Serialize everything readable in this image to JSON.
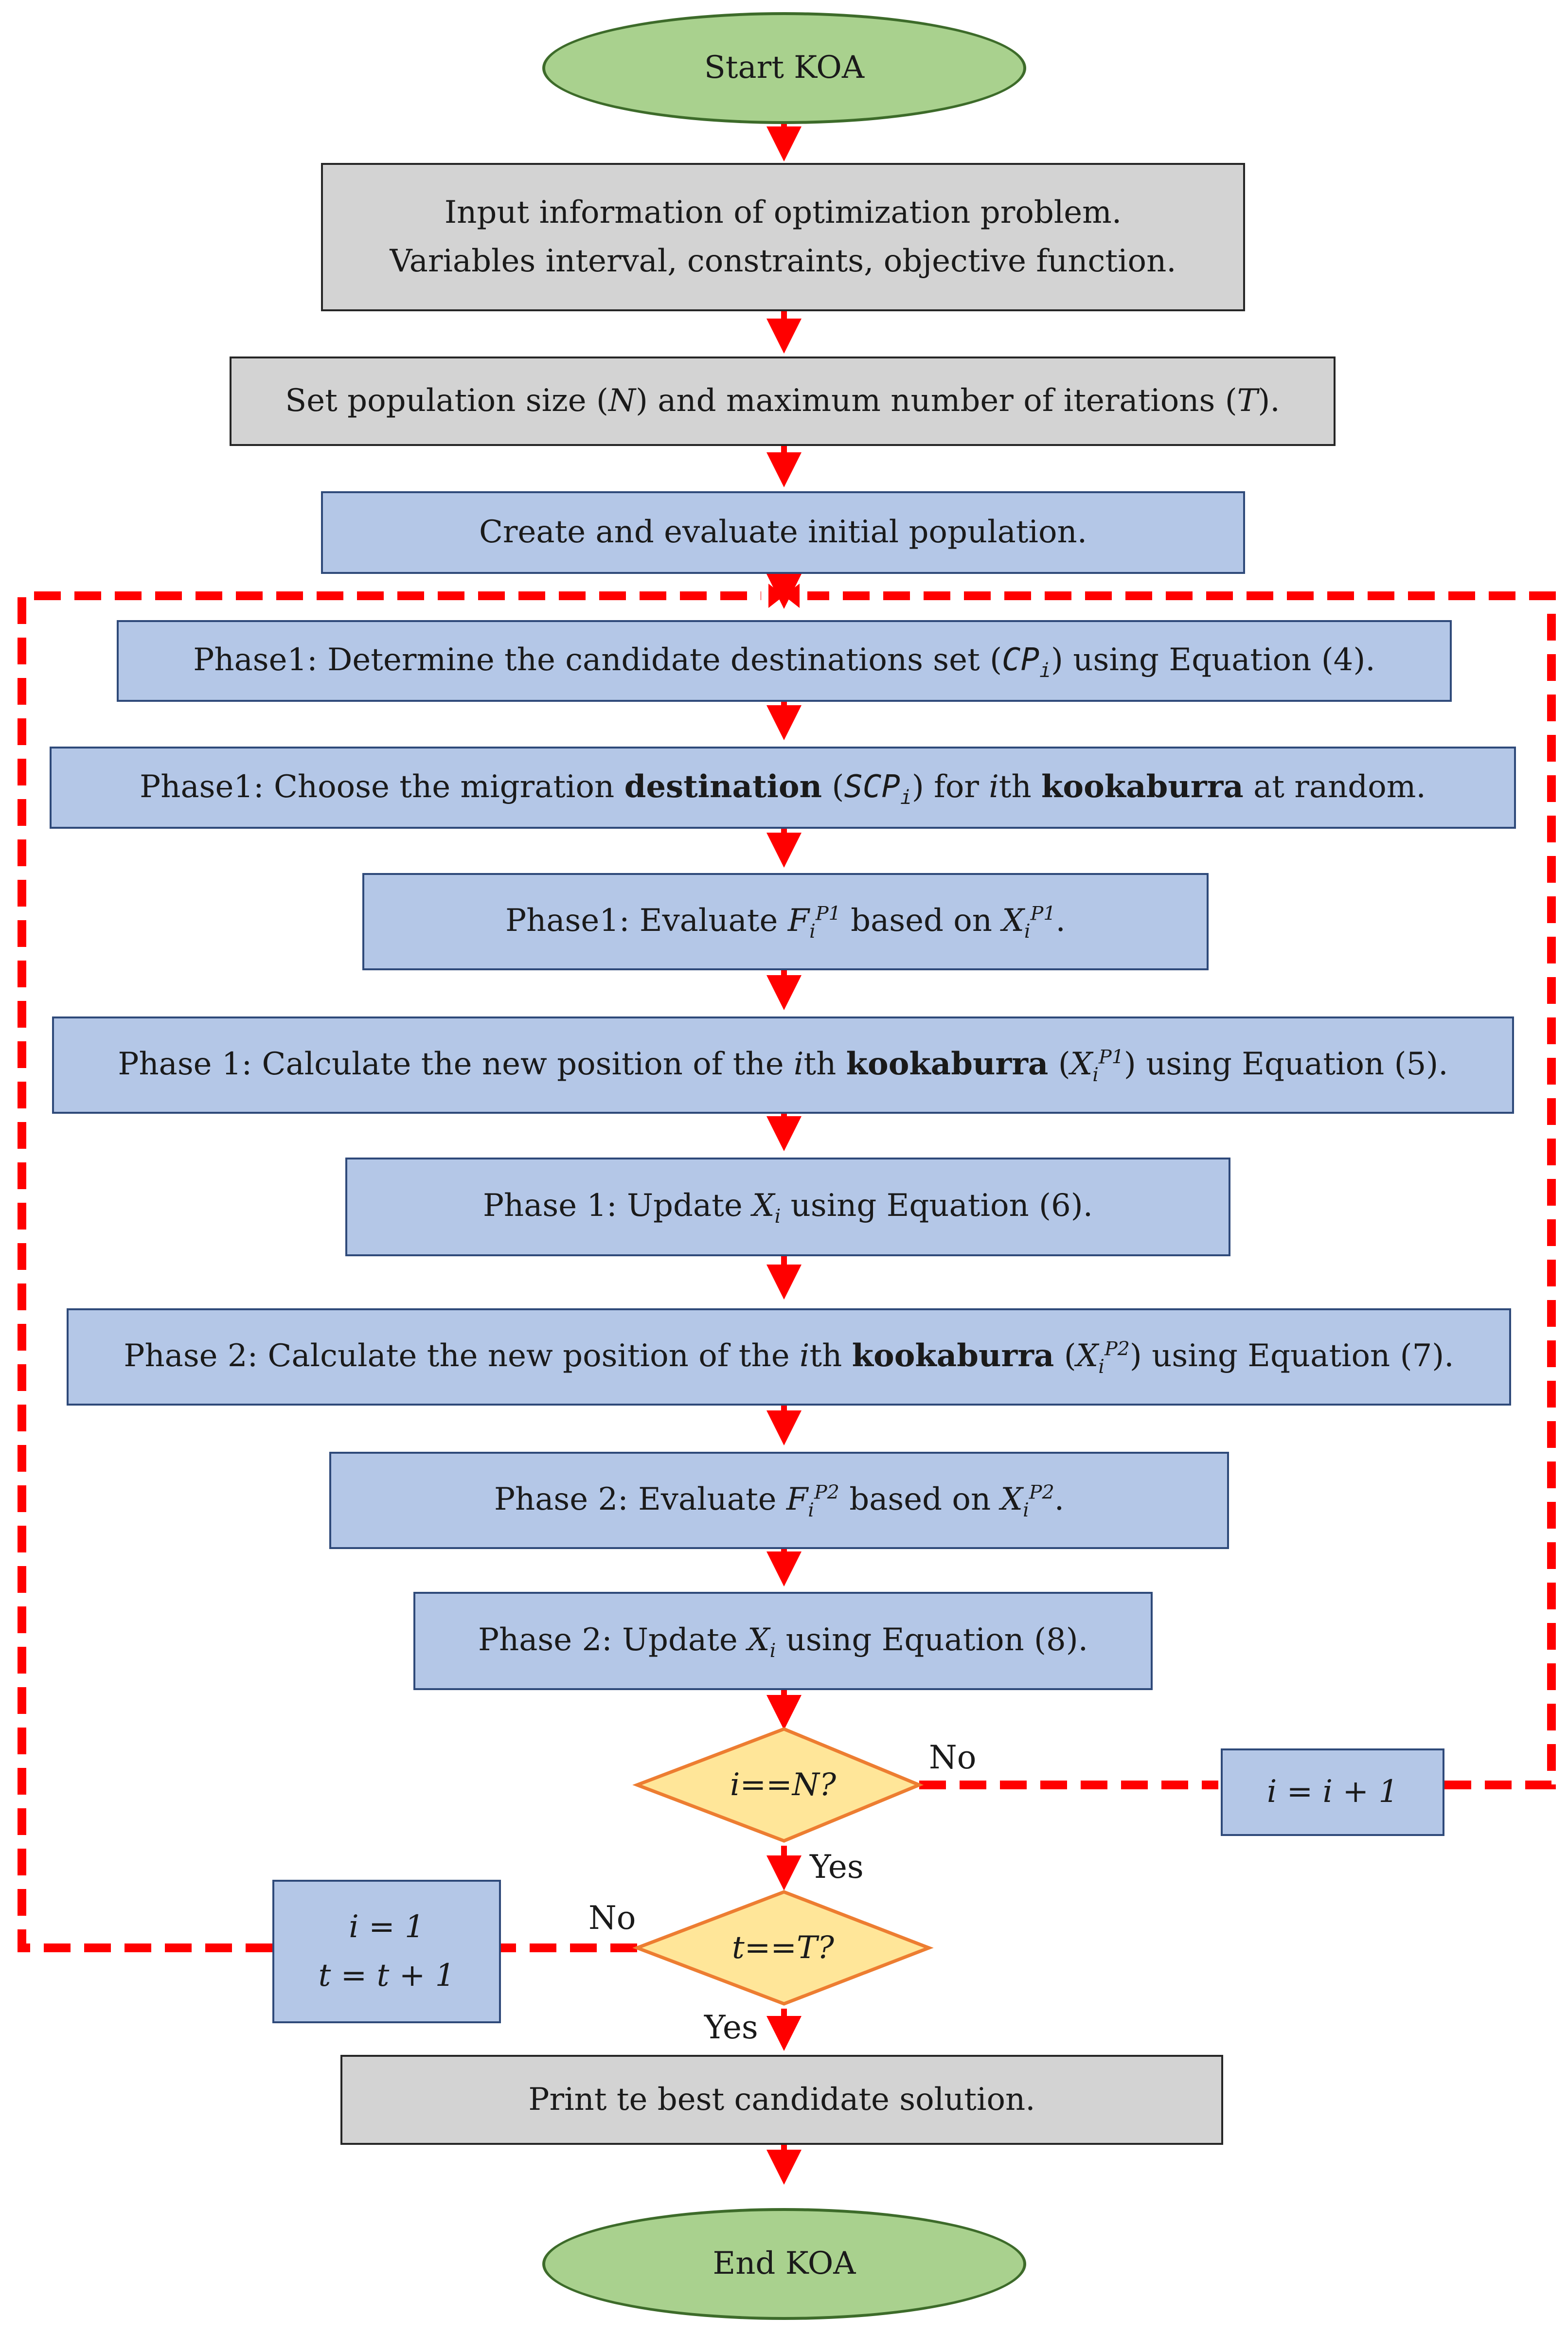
{
  "nodes": {
    "start": "Start KOA",
    "input_line1": "Input information of optimization problem.",
    "input_line2": "Variables interval, constraints, objective function.",
    "set_pop": {
      "pre": "Set population size (",
      "n": "N",
      "mid": ") and maximum number of iterations (",
      "t": "T",
      "post": ")."
    },
    "create": "Create and evaluate initial population.",
    "p1_candidate": {
      "pre": "Phase1: Determine the candidate destinations set (",
      "var": "CP",
      "sub": "i",
      "post": ") using Equation (4)."
    },
    "p1_choose": {
      "pre": "Phase1: Choose the migration ",
      "b1": "destination",
      "mid1": " (",
      "var": "SCP",
      "sub": "i",
      "mid2": ") for ",
      "ith": "i",
      "mid3": "th ",
      "b2": "kookaburra",
      "post": " at random."
    },
    "p1_eval": {
      "pre": "Phase1: Evaluate ",
      "f": "F",
      "fsub": "i",
      "fsup": "P1",
      "mid": " based on ",
      "x": "X",
      "xsub": "i",
      "xsup": "P1",
      "post": "."
    },
    "p1_calc": {
      "pre": "Phase 1: Calculate the new position of the ",
      "ith": "i",
      "mid": "th ",
      "b": "kookaburra",
      "mid2": " (",
      "x": "X",
      "xsub": "i",
      "xsup": "P1",
      "post": ") using Equation (5)."
    },
    "p1_update": {
      "pre": "Phase 1: Update ",
      "x": "X",
      "xsub": "i",
      "post": " using Equation (6)."
    },
    "p2_calc": {
      "pre": "Phase 2: Calculate the new position of the ",
      "ith": "i",
      "mid": "th ",
      "b": "kookaburra",
      "mid2": " (",
      "x": "X",
      "xsub": "i",
      "xsup": "P2",
      "post": ") using Equation (7)."
    },
    "p2_eval": {
      "pre": "Phase 2: Evaluate ",
      "f": "F",
      "fsub": "i",
      "fsup": "P2",
      "mid": " based on ",
      "x": "X",
      "xsub": "i",
      "xsup": "P2",
      "post": "."
    },
    "p2_update": {
      "pre": "Phase 2: Update ",
      "x": "X",
      "xsub": "i",
      "post": " using Equation (8)."
    },
    "dec_i": "i==N?",
    "inc_i": "i = i + 1",
    "dec_t": "t==T?",
    "reset_line1": "i = 1",
    "reset_line2": "t = t + 1",
    "print": "Print te best candidate solution.",
    "end": "End KOA"
  },
  "labels": {
    "no_i": "No",
    "yes_i": "Yes",
    "no_t": "No",
    "yes_t": "Yes"
  },
  "colors": {
    "arrow": "#ff0000",
    "blue_box": "#b4c7e7",
    "gray_box": "#d3d3d3",
    "oval": "#a9d18e",
    "diamond": "#ffe699",
    "diamond_border": "#ed7d31"
  }
}
